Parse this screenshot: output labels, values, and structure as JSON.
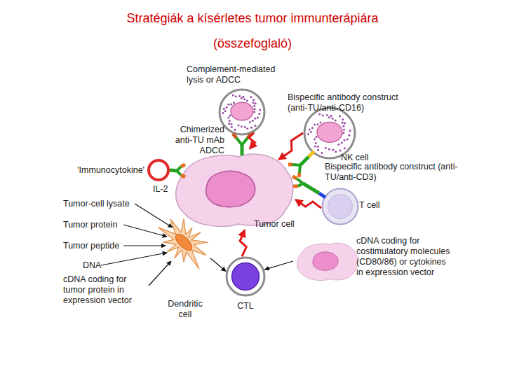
{
  "diagram": {
    "title": "Stratégiák a kísérletes tumor immunterápiára (összefoglaló)",
    "nodes": [
      {
        "text": [
          "Complement-mediated lysis or ADCC"
        ]
      },
      {
        "text": [
          "NK cell"
        ]
      },
      {
        "text": [
          "'Immunocytokine'"
        ]
      },
      {
        "text": [
          "Tumor cell"
        ]
      },
      {
        "text": [
          "T cell"
        ]
      },
      {
        "text": [
          "Dendritic cell"
        ]
      },
      {
        "text": [
          "CTL"
        ]
      },
      {
        "text": [
          "cDNA coding for costimulatory molecules (CD80/86) or cytokines in expression vector"
        ]
      }
    ],
    "edges": [
      {
        "from": 0,
        "to": 3,
        "arrow": "to"
      },
      {
        "from": 1,
        "to": 3,
        "arrow": "to"
      },
      {
        "from": 4,
        "to": 3,
        "arrow": "to"
      },
      {
        "from": 6,
        "to": 3,
        "arrow": "to"
      },
      {
        "from": 5,
        "to": 6,
        "arrow": "to"
      },
      {
        "from": 7,
        "to": 6,
        "arrow": "to"
      }
    ],
    "labels": [
      "Chimerized anti-TU mAb ADCC",
      "Bispecific antibody construct (anti-TU/anti-CD16)",
      "Bispecific antibody construct (anti-TU/anti-CD3)",
      "IL-2",
      "Tumor-cell lysate",
      "Tumor protein",
      "Tumor peptide",
      "DNA",
      "cDNA coding for tumor protein in expression vector"
    ]
  }
}
